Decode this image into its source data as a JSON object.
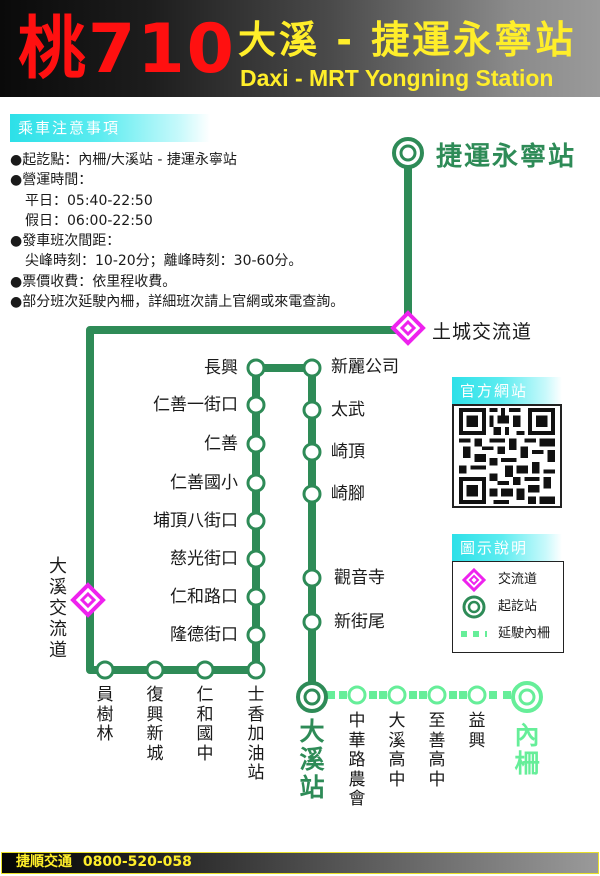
{
  "header": {
    "route_number": "桃710",
    "title_zh": "大溪 - 捷運永寧站",
    "title_en": "Daxi - MRT  Yongning Station"
  },
  "notes": {
    "section_label": "乘車注意事項",
    "lines": [
      "●起訖點：內柵/大溪站 - 捷運永寧站",
      "●營運時間：",
      "平日：05:40-22:50",
      "假日：06:00-22:50",
      "●發車班次間距：",
      "尖峰時刻：10-20分；離峰時刻：30-60分。",
      "●票價收費：依里程收費。",
      "●部分班次延駛內柵，詳細班次請上官網或來電查詢。"
    ]
  },
  "map": {
    "line_color": "#2e8b57",
    "extension_color": "#66ee99",
    "interchange_color": "#ee22ee",
    "terminals": {
      "north": "捷運永寧站",
      "south": "大溪站",
      "extension": "內柵"
    },
    "interchanges": {
      "tucheng": "土城交流道",
      "daxi": "大溪交流道"
    },
    "inner_left_stops": [
      "長興",
      "仁善一街口",
      "仁善",
      "仁善國小",
      "埔頂八街口",
      "慈光街口",
      "仁和路口",
      "隆德街口"
    ],
    "inner_right_stops": [
      "新麗公司",
      "太武",
      "崎頂",
      "崎腳",
      "觀音寺",
      "新街尾"
    ],
    "bottom_stops": [
      "員樹林",
      "復興新城",
      "仁和國中",
      "士香加油站"
    ],
    "extension_stops": [
      "中華路農會",
      "大溪高中",
      "至善高中",
      "益興"
    ]
  },
  "website": {
    "section_label": "官方網站",
    "qr_icon": "qr-code-icon"
  },
  "legend": {
    "section_label": "圖示說明",
    "items": [
      {
        "icon": "interchange-diamond-icon",
        "label": "交流道"
      },
      {
        "icon": "terminal-double-circle-icon",
        "label": "起訖站"
      },
      {
        "icon": "dashed-line-icon",
        "label": "延駛內柵"
      }
    ]
  },
  "footer": {
    "operator": "捷順交通",
    "phone": "0800-520-058"
  }
}
